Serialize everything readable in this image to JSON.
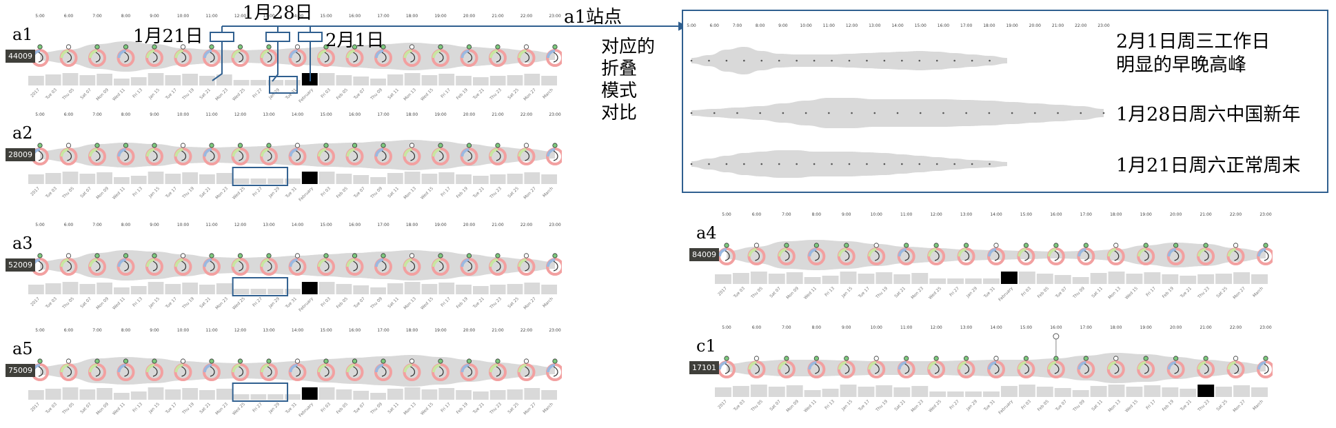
{
  "hours": [
    "5:00",
    "6:00",
    "7:00",
    "8:00",
    "9:00",
    "10:00",
    "11:00",
    "12:00",
    "13:00",
    "14:00",
    "15:00",
    "16:00",
    "17:00",
    "18:00",
    "19:00",
    "20:00",
    "21:00",
    "22:00",
    "23:00"
  ],
  "dates": [
    "2017",
    "Tue 03",
    "Thu 05",
    "Sat 07",
    "Mon 09",
    "Wed 11",
    "Fri 13",
    "Jan 15",
    "Tue 17",
    "Thu 19",
    "Sat 21",
    "Mon 23",
    "Wed 25",
    "Fri 27",
    "Jan 29",
    "Tue 31",
    "February",
    "Fri 03",
    "Feb 05",
    "Tue 07",
    "Thu 09",
    "Sat 11",
    "Mon 13",
    "Wed 15",
    "Fri 17",
    "Feb 19",
    "Tue 21",
    "Thu 23",
    "Sat 25",
    "Mon 27",
    "March"
  ],
  "stations": [
    {
      "label": "a1",
      "id": "44009"
    },
    {
      "label": "a2",
      "id": "28009"
    },
    {
      "label": "a3",
      "id": "52009"
    },
    {
      "label": "a5",
      "id": "75009"
    },
    {
      "label": "a4",
      "id": "84009"
    },
    {
      "label": "c1",
      "id": "17101"
    }
  ],
  "annotations": {
    "jan21": "1月21日",
    "jan28": "1月28日",
    "feb1": "2月1日",
    "station_point": "a1站点",
    "compare_lines": [
      "对应的",
      "折叠",
      "模式",
      "对比"
    ]
  },
  "panel": {
    "rows": [
      "2月1日周三工作日",
      "明显的早晚高峰",
      "1月28日周六中国新年",
      "1月21日周六正常周末"
    ]
  },
  "colors": {
    "violin": "#d9d9d9",
    "bars": "#d9d9d9",
    "highlight_bar": "#000000",
    "box": "#2f5f8f",
    "ring_red": "#f2a0a0",
    "ring_green": "#c8e6a0",
    "ring_blue": "#9ab8e0",
    "dot_green": "#7dc87d"
  }
}
